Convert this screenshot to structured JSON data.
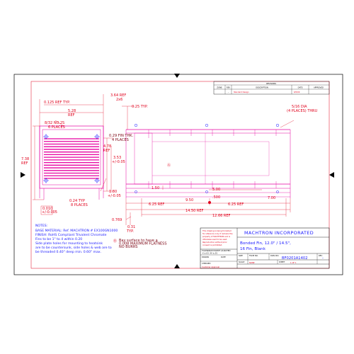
{
  "revisions": {
    "title": "REVISIONS",
    "headers": [
      "ZONE",
      "REV",
      "DESCRIPTION",
      "DATE",
      "APPROVED"
    ],
    "rows": [
      {
        "zone": "",
        "rev": "-",
        "description": "Standard Design",
        "date": "6/5/09",
        "approved": ""
      }
    ]
  },
  "dimensions": {
    "d_0125": "0.125 REF TYP.",
    "d_364": "3.64 REF",
    "d_2x6": "2x6",
    "d_528": "5.28",
    "d_528_ref": "REF",
    "d_025": "0.25 TYP.",
    "d_832": "8/32 NO.2S",
    "d_6places": "6 PLACES",
    "d_029": "0.29 FIN THK.",
    "d_4places": "4 PLACES",
    "d_478": "4.78",
    "d_478_ref": "REF",
    "d_353": "3.53",
    "d_353_tol": "+/-0.05",
    "d_738": "7.38",
    "d_738_ref": "REF",
    "d_180": "1.80",
    "d_180_tol": "+/-0.05",
    "d_024": "0.24 TYP",
    "d_8places": "8 PLACES",
    "d_625_l": "6.25 REF",
    "d_625_r": "6.25 REF",
    "d_1450": "14.50 REF",
    "d_1266": "12.66 REF",
    "d_0769": "0.769",
    "d_031": "0.31",
    "d_031_typ": "TYP.",
    "d_5ea": "5/16 DIA",
    "d_5ea2": "(4 PLACES) THRU",
    "d_500": "5.00",
    "d_700": "7.00",
    "d_150": "1.50",
    "d_950": "9.50",
    "d_0500": ".500",
    "d_b_note1": "Bay surface to have a",
    "d_b_note2": "0.008 MAXIMUM FLATNESS",
    "d_b_note3": "NO BURRS",
    "d_r1": "0.010",
    "d_r2": "+/-0.005"
  },
  "notes": {
    "heading": "NOTES:",
    "lines": [
      "BASE MATERIAL: Ref. MACHTRON # EX100GN1000",
      "FINISH: RoHS Compliant Trivalent Chromate",
      "Fins to be 1\" to 4 within 0.20",
      "Side plate holes for mounting to heatsink",
      "are to be countersunk, side holes & web are to",
      "be threaded 0.40\" deep min. 0.60\" max."
    ]
  },
  "titleblock": {
    "proprietary": [
      "This drawing is being furnished",
      "for reference only. It remains the",
      "property of MACHTRON and is",
      "otherwise used to be used.",
      "Reproduction without prior",
      "consent is prohibited."
    ],
    "company": "MACHTRON INCORPORATED",
    "title_line1": "Bonded Fin, 12.0\" / 14.5\",",
    "title_line2": "16 Fin, Blank",
    "scale_label": "SCALE",
    "scale": "NONE",
    "dwg_label": "DWG NO.",
    "rev_label": "REV",
    "drawing_no": "BF0201A1402",
    "rev": "-",
    "sheet_label": "SHEET",
    "sheet": "1 OF 1",
    "customer_approval": "Customer Approval",
    "tolerance_title": "TOLERANCE EXCEPT AS NOTED",
    "tolerance_lines": [
      ".X ±.03   .XX ±.01",
      ".XXX ±.005  ANG ±1°"
    ],
    "date_label": "DATE",
    "drawn_label": "DRAWN",
    "checked_label": "CHECKED",
    "size_label": "SIZE",
    "fscm_label": "FSCM NO."
  },
  "markers": {
    "a": "Ⓐ",
    "b": "Ⓑ",
    "a_small": "Ⓐ"
  },
  "colors": {
    "frame": "#000000",
    "red_lines": "#e0001b",
    "magenta_lines": "#e600a0",
    "blue_text": "#1a1aff",
    "dark_red": "#7a0010"
  }
}
